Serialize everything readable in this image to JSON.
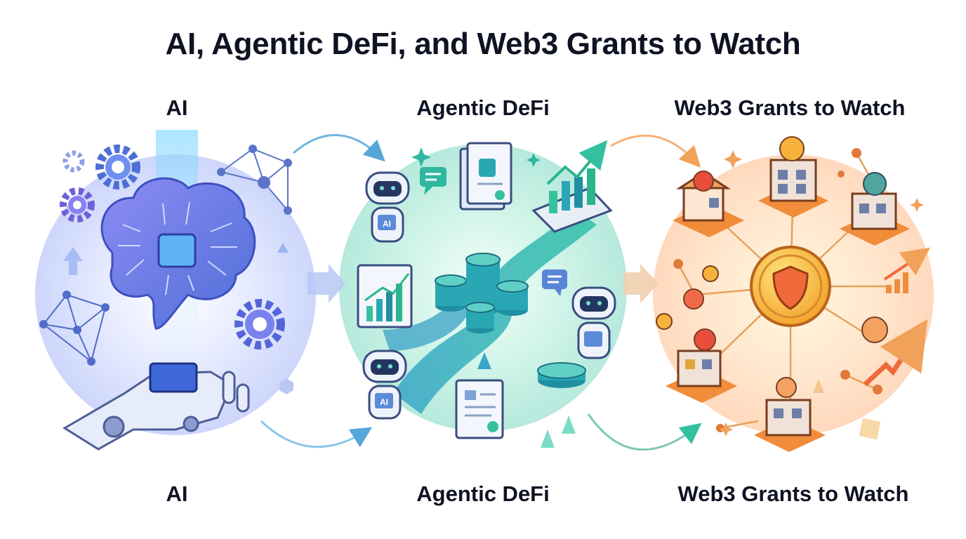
{
  "title": "AI, Agentic DeFi, and Web3 Grants to Watch",
  "sections": [
    {
      "top_label": "AI",
      "bottom_label": "AI"
    },
    {
      "top_label": "Agentic DeFi",
      "bottom_label": "Agentic DeFi"
    },
    {
      "top_label": "Web3 Grants to Watch",
      "bottom_label": "Web3 Grants to Watch"
    }
  ],
  "badges": {
    "robot_tag": "AI"
  },
  "icons": [
    "brain-icon",
    "chip-icon",
    "robot-hand-icon",
    "gear-icon",
    "network-icon",
    "robot-icon",
    "chat-bubble-icon",
    "document-icon",
    "bar-chart-icon",
    "coin-stack-icon",
    "ethereum-icon",
    "shield-coin-icon",
    "building-icon",
    "star-icon",
    "globe-icon",
    "rocket-icon",
    "trend-arrow-icon"
  ],
  "colors": {
    "ai_accent": "#6a67e0",
    "defi_accent": "#27b3a0",
    "web3_accent": "#f29a3a",
    "text": "#0f1222"
  }
}
